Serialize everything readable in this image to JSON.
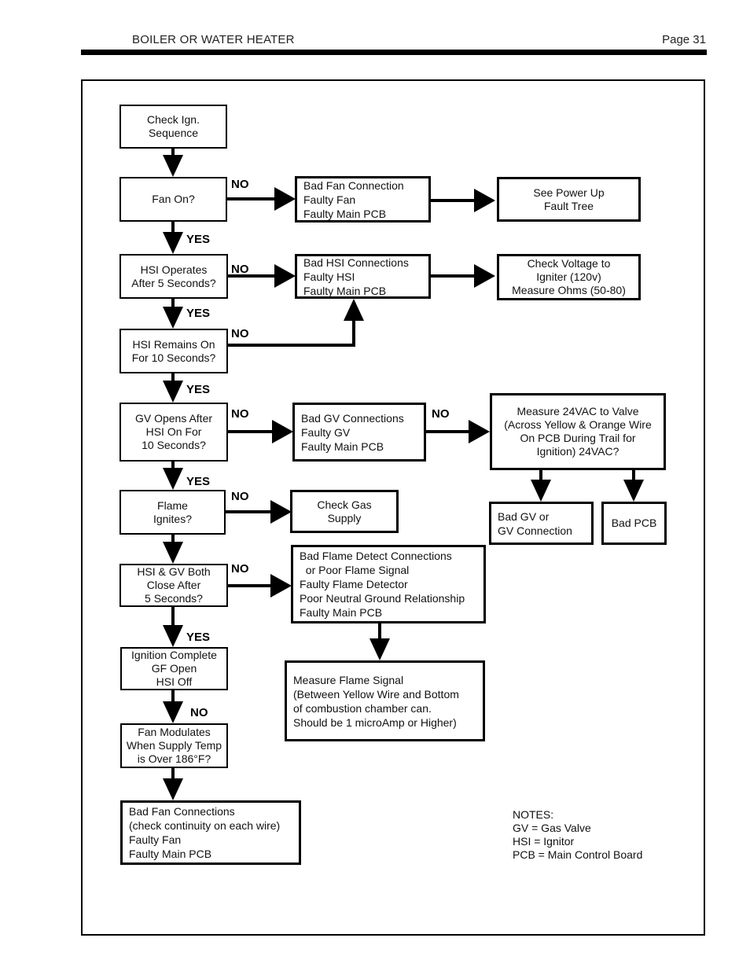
{
  "header": {
    "title": "BOILER OR WATER HEATER",
    "page_number": "Page 31"
  },
  "flowchart": {
    "boxes": {
      "check_ign": "Check Ign.\nSequence",
      "fan_on": "Fan On?",
      "bad_fan_connection": "Bad Fan Connection\nFaulty Fan\nFaulty Main PCB",
      "see_power_up": "See Power Up\nFault Tree",
      "hsi_operates": "HSI Operates\nAfter 5 Seconds?",
      "bad_hsi_connections": "Bad HSI Connections\nFaulty HSI\nFaulty Main PCB",
      "check_voltage": "Check Voltage to\nIgniter (120v)\nMeasure Ohms (50-80)",
      "hsi_remains": "HSI Remains On\nFor 10 Seconds?",
      "gv_opens": "GV Opens After\nHSI On For\n10 Seconds?",
      "bad_gv_connections": "Bad GV Connections\nFaulty GV\nFaulty Main PCB",
      "measure_24vac": "Measure 24VAC to Valve\n(Across Yellow & Orange Wire\nOn PCB During Trail for\nIgnition) 24VAC?",
      "bad_gv_or_connection": "Bad GV or\nGV Connection",
      "bad_pcb": "Bad PCB",
      "flame_ignites": "Flame\nIgnites?",
      "check_gas_supply": "Check Gas\nSupply",
      "hsi_gv_close": "HSI & GV Both\nClose After\n5 Seconds?",
      "bad_flame_detect": "Bad Flame Detect Connections\n  or Poor Flame Signal\nFaulty Flame Detector\nPoor Neutral Ground Relationship\nFaulty Main PCB",
      "ignition_complete": "Ignition Complete\nGF Open\nHSI Off",
      "measure_flame_signal": "Measure Flame Signal\n(Between Yellow Wire and Bottom\nof combustion chamber can.\nShould be 1 microAmp or Higher)",
      "fan_modulates": "Fan Modulates\nWhen Supply Temp\nis Over 186°F?",
      "bad_fan_connections": "Bad Fan Connections\n(check continuity on each wire)\nFaulty Fan\nFaulty Main PCB"
    },
    "decision_labels": {
      "yes": "YES",
      "no": "NO"
    },
    "notes": {
      "title": "NOTES:",
      "items": [
        "GV = Gas Valve",
        "HSI = Ignitor",
        "PCB = Main Control Board"
      ]
    }
  }
}
